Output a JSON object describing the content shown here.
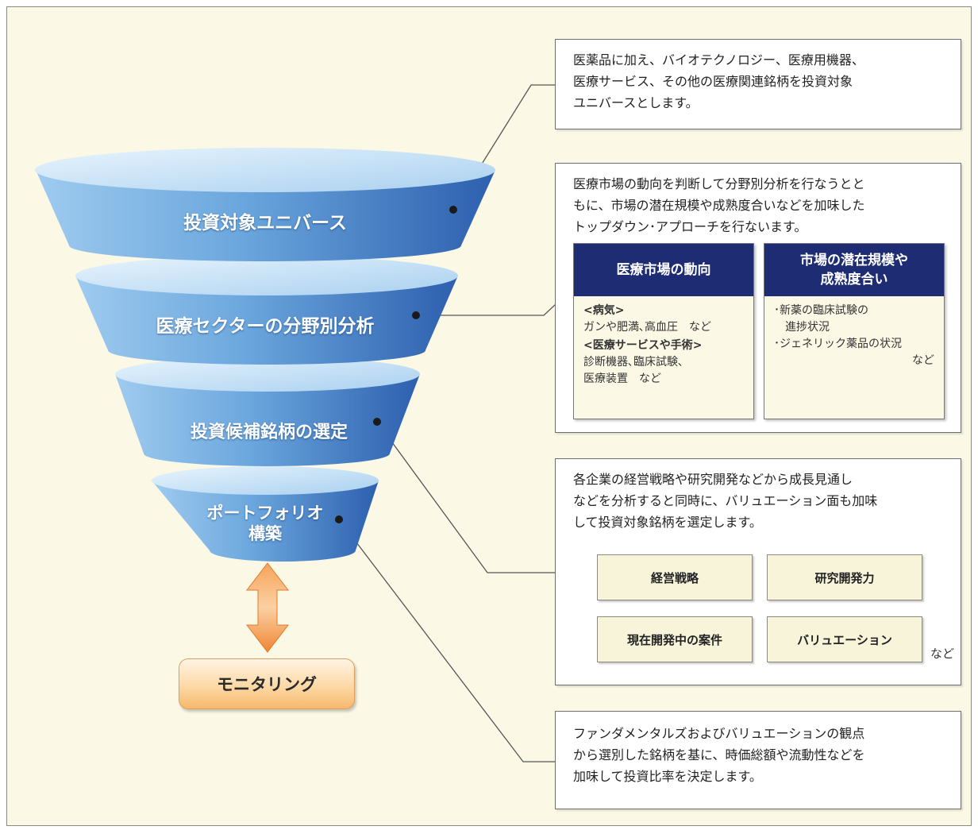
{
  "funnel": {
    "tiers": [
      "投資対象ユニバース",
      "医療セクターの分野別分析",
      "投資候補銘柄の選定",
      "ポートフォリオ\n構築"
    ],
    "monitoring_label": "モニタリング"
  },
  "boxes": {
    "universe": {
      "text": "医薬品に加え、バイオテクノロジー、医療用機器、\n医療サービス、その他の医療関連銘柄を投資対象\nユニバースとします。"
    },
    "sector": {
      "text": "医療市場の動向を判断して分野別分析を行なうとと\nもに、市場の潜在規模や成熟度合いなどを加味した\nトップダウン･アプローチを行ないます。",
      "col1": {
        "title": "医療市場の動向",
        "group1_head": "<病気>",
        "group1_body": "ガンや肥満､高血圧　など",
        "group2_head": "<医療サービスや手術>",
        "group2_body": "診断機器､臨床試験､\n医療装置　など"
      },
      "col2": {
        "title": "市場の潜在規模や\n成熟度合い",
        "item1": "･新薬の臨床試験の\n　進捗状況",
        "item2": "･ジェネリック薬品の状況",
        "tail": "など"
      }
    },
    "selection": {
      "text": "各企業の経営戦略や研究開発などから成長見通し\nなどを分析すると同時に、バリュエーション面も加味\nして投資対象銘柄を選定します。",
      "factors": [
        "経営戦略",
        "研究開発力",
        "現在開発中の案件",
        "バリュエーション"
      ],
      "tail": "など"
    },
    "portfolio": {
      "text": "ファンダメンタルズおよびバリュエーションの観点\nから選別した銘柄を基に、時価総額や流動性などを\n加味して投資比率を決定します。"
    }
  },
  "colors": {
    "funnel_light": "#d6ebfa",
    "funnel_mid": "#6ea8dc",
    "funnel_dark": "#2f62b0",
    "header_navy": "#1e2c74",
    "arrow_orange": "#f08a3a",
    "background": "#fbf9e6"
  }
}
